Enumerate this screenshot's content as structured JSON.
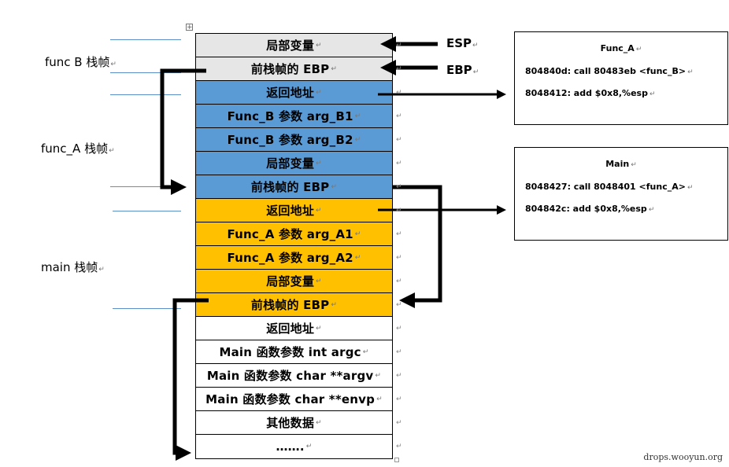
{
  "stack_rows": [
    {
      "label": "局部变量",
      "color": "#e6e6e6"
    },
    {
      "label": "前栈帧的 EBP",
      "color": "#e6e6e6"
    },
    {
      "label": "返回地址",
      "color": "#5b9bd5"
    },
    {
      "label": "Func_B 参数 arg_B1",
      "color": "#5b9bd5"
    },
    {
      "label": "Func_B 参数 arg_B2",
      "color": "#5b9bd5"
    },
    {
      "label": "局部变量",
      "color": "#5b9bd5"
    },
    {
      "label": "前栈帧的 EBP",
      "color": "#5b9bd5"
    },
    {
      "label": "返回地址",
      "color": "#ffc000"
    },
    {
      "label": "Func_A 参数 arg_A1",
      "color": "#ffc000"
    },
    {
      "label": "Func_A 参数 arg_A2",
      "color": "#ffc000"
    },
    {
      "label": "局部变量",
      "color": "#ffc000"
    },
    {
      "label": "前栈帧的 EBP",
      "color": "#ffc000"
    },
    {
      "label": "返回地址",
      "color": "#ffffff"
    },
    {
      "label": "Main 函数参数 int argc",
      "color": "#ffffff"
    },
    {
      "label": "Main 函数参数 char **argv",
      "color": "#ffffff"
    },
    {
      "label": "Main 函数参数 char **envp",
      "color": "#ffffff"
    },
    {
      "label": "其他数据",
      "color": "#ffffff"
    },
    {
      "label": "…….",
      "color": "#ffffff"
    }
  ],
  "paragraph_mark": "↵",
  "frames": {
    "func_b": "func  B 栈帧",
    "func_a": "func_A 栈帧",
    "main": "main 栈帧"
  },
  "registers": {
    "esp": "ESP",
    "ebp": "EBP"
  },
  "box_func_a": {
    "title": "Func_A",
    "line1": "804840d: call 80483eb <func_B>",
    "line2": "8048412:      add $0x8,%esp"
  },
  "box_main": {
    "title": "Main",
    "line1": "8048427: call 8048401 <func_A>",
    "line2": "804842c:      add $0x8,%esp"
  },
  "watermark": "drops.wooyun.org",
  "colors": {
    "gray_frame": "#e6e6e6",
    "func_a_frame": "#5b9bd5",
    "main_frame": "#ffc000",
    "arrow": "#000000"
  }
}
